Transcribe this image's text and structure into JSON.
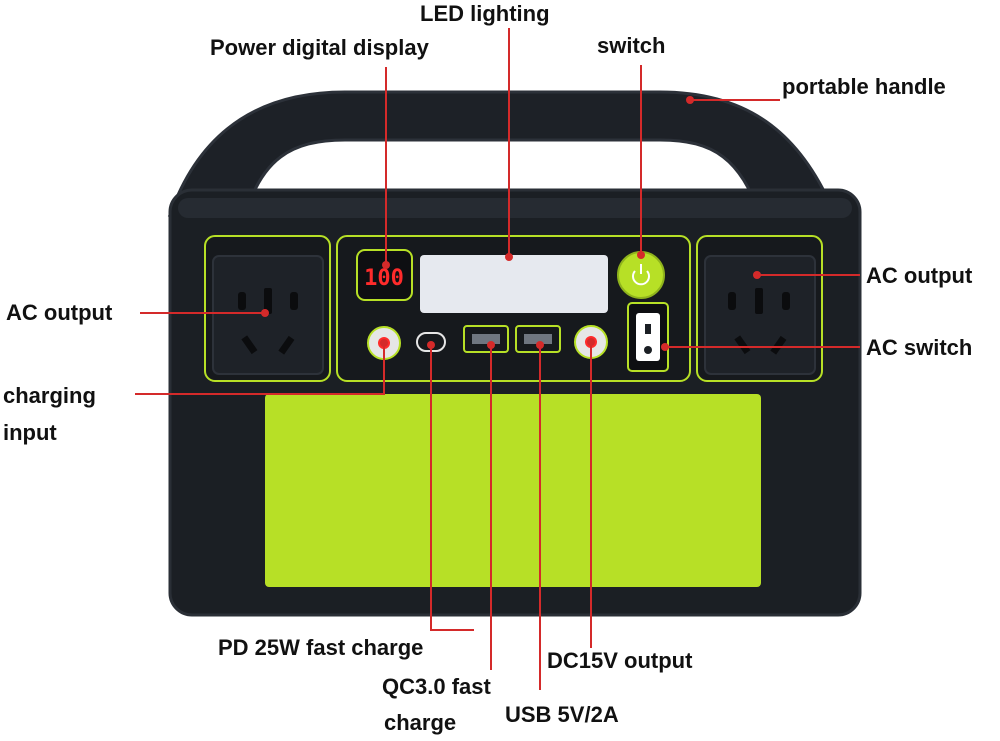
{
  "colors": {
    "body": "#1b1f24",
    "body_edge": "#2a2f36",
    "accent": "#b7e026",
    "leader": "#d42a2a",
    "screen": "#e6e9ef",
    "display_red": "#ff2b2b"
  },
  "display": {
    "value": "100"
  },
  "labels": {
    "led_lighting": "LED lighting",
    "power_display": "Power digital display",
    "switch": "switch",
    "portable_handle": "portable handle",
    "ac_output_left": "AC output",
    "ac_output_right": "AC output",
    "ac_switch": "AC switch",
    "charging_input_line1": "charging",
    "charging_input_line2": "input",
    "pd_fast_charge": "PD 25W fast charge",
    "qc_line1": "QC3.0 fast",
    "qc_line2": "charge",
    "usb": "USB 5V/2A",
    "dc15v": "DC15V output"
  },
  "icons": [
    "power-icon",
    "ac-socket-icon",
    "usb-port-icon",
    "usb-c-port-icon",
    "dc-port-icon",
    "rocker-switch-icon"
  ]
}
